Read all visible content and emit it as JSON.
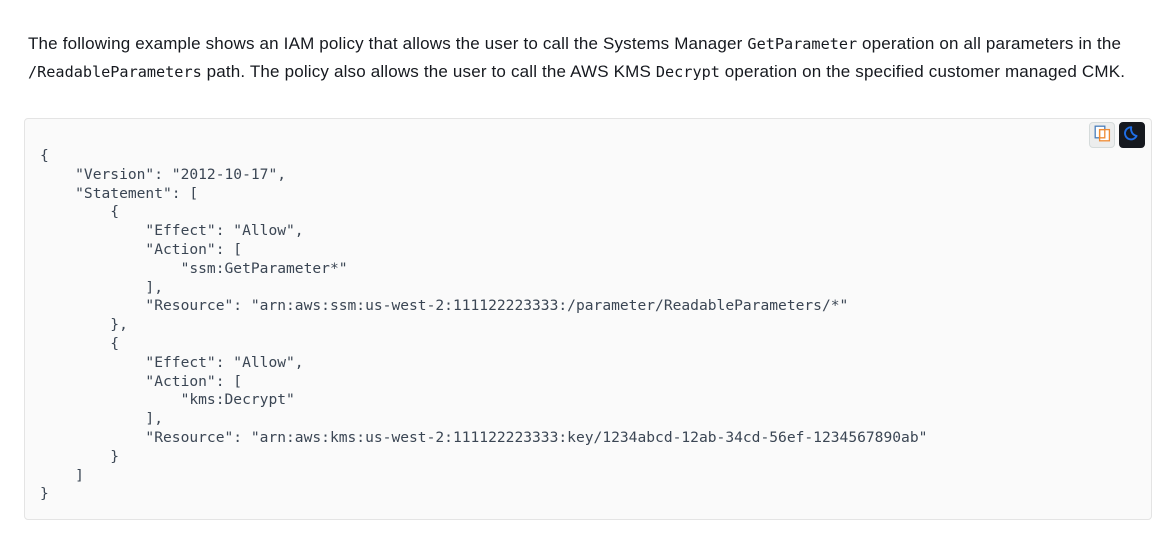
{
  "paragraph": {
    "segment_1": "The following example shows an IAM policy that allows the user to call the Systems Manager ",
    "code_1": "GetParameter",
    "segment_2": " operation on all parameters in the ",
    "code_2": "/ReadableParameters",
    "segment_3": " path. The policy also allows the user to call the AWS KMS ",
    "code_3": "Decrypt",
    "segment_4": " operation on the specified customer managed CMK."
  },
  "code_block": {
    "language": "json",
    "content": "{\n    \"Version\": \"2012-10-17\",\n    \"Statement\": [\n        {\n            \"Effect\": \"Allow\",\n            \"Action\": [\n                \"ssm:GetParameter*\"\n            ],\n            \"Resource\": \"arn:aws:ssm:us-west-2:111122223333:/parameter/ReadableParameters/*\"\n        },\n        {\n            \"Effect\": \"Allow\",\n            \"Action\": [\n                \"kms:Decrypt\"\n            ],\n            \"Resource\": \"arn:aws:kms:us-west-2:111122223333:key/1234abcd-12ab-34cd-56ef-1234567890ab\"\n        }\n    ]\n}",
    "lines": [
      "{",
      "    \"Version\": \"2012-10-17\",",
      "    \"Statement\": [",
      "        {",
      "            \"Effect\": \"Allow\",",
      "            \"Action\": [",
      "                \"ssm:GetParameter*\"",
      "            ],",
      "            \"Resource\": \"arn:aws:ssm:us-west-2:111122223333:/parameter/ReadableParameters/*\"",
      "        },",
      "        {",
      "            \"Effect\": \"Allow\",",
      "            \"Action\": [",
      "                \"kms:Decrypt\"",
      "            ],",
      "            \"Resource\": \"arn:aws:kms:us-west-2:111122223333:key/1234abcd-12ab-34cd-56ef-1234567890ab\"",
      "        }",
      "    ]",
      "}"
    ],
    "toolbar": {
      "copy_icon": "copy-icon",
      "copy_title": "Copy",
      "theme_icon": "moon-icon",
      "theme_title": "Dark mode"
    }
  },
  "colors": {
    "page_background": "#ffffff",
    "text": "#16191f",
    "code_text": "#3b4654",
    "code_background": "#fafafa",
    "code_border": "#e4e4e4",
    "copy_button_background": "#eceded",
    "theme_button_background": "#16191f",
    "moon_accent": "#1f6fe8",
    "copy_icon_outline_front": "#ef8b33",
    "copy_icon_outline_back": "#4a7ebb"
  }
}
